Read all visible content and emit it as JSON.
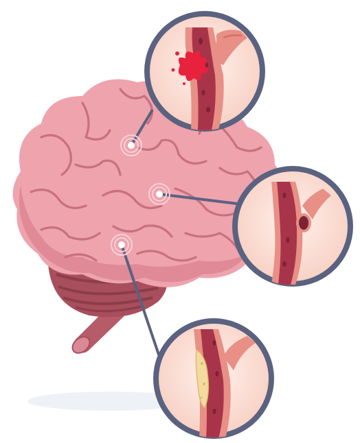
{
  "illustration": {
    "subject": "brain-with-blood-vessel-callouts",
    "callouts": [
      {
        "id": "hemorrhage",
        "icon": "ruptured-vessel-icon"
      },
      {
        "id": "embolism",
        "icon": "clot-vessel-icon"
      },
      {
        "id": "atherosclerosis",
        "icon": "plaque-vessel-icon"
      }
    ]
  },
  "colors": {
    "brain_light": "#eea3ad",
    "brain_mid": "#e08a97",
    "brain_dark": "#c9707e",
    "cerebellum": "#a84e5c",
    "cerebellum_dark": "#8c3d4a",
    "stem": "#b65b68",
    "callout_ring": "#5a6280",
    "callout_fill": "#fbe3dc",
    "vessel_wall": "#e88f86",
    "vessel_lumen": "#a8344a",
    "blood_cell": "#7a2335",
    "splash": "#e8213d",
    "plaque": "#f3dba0",
    "marker_ring": "#f6d2d8"
  }
}
